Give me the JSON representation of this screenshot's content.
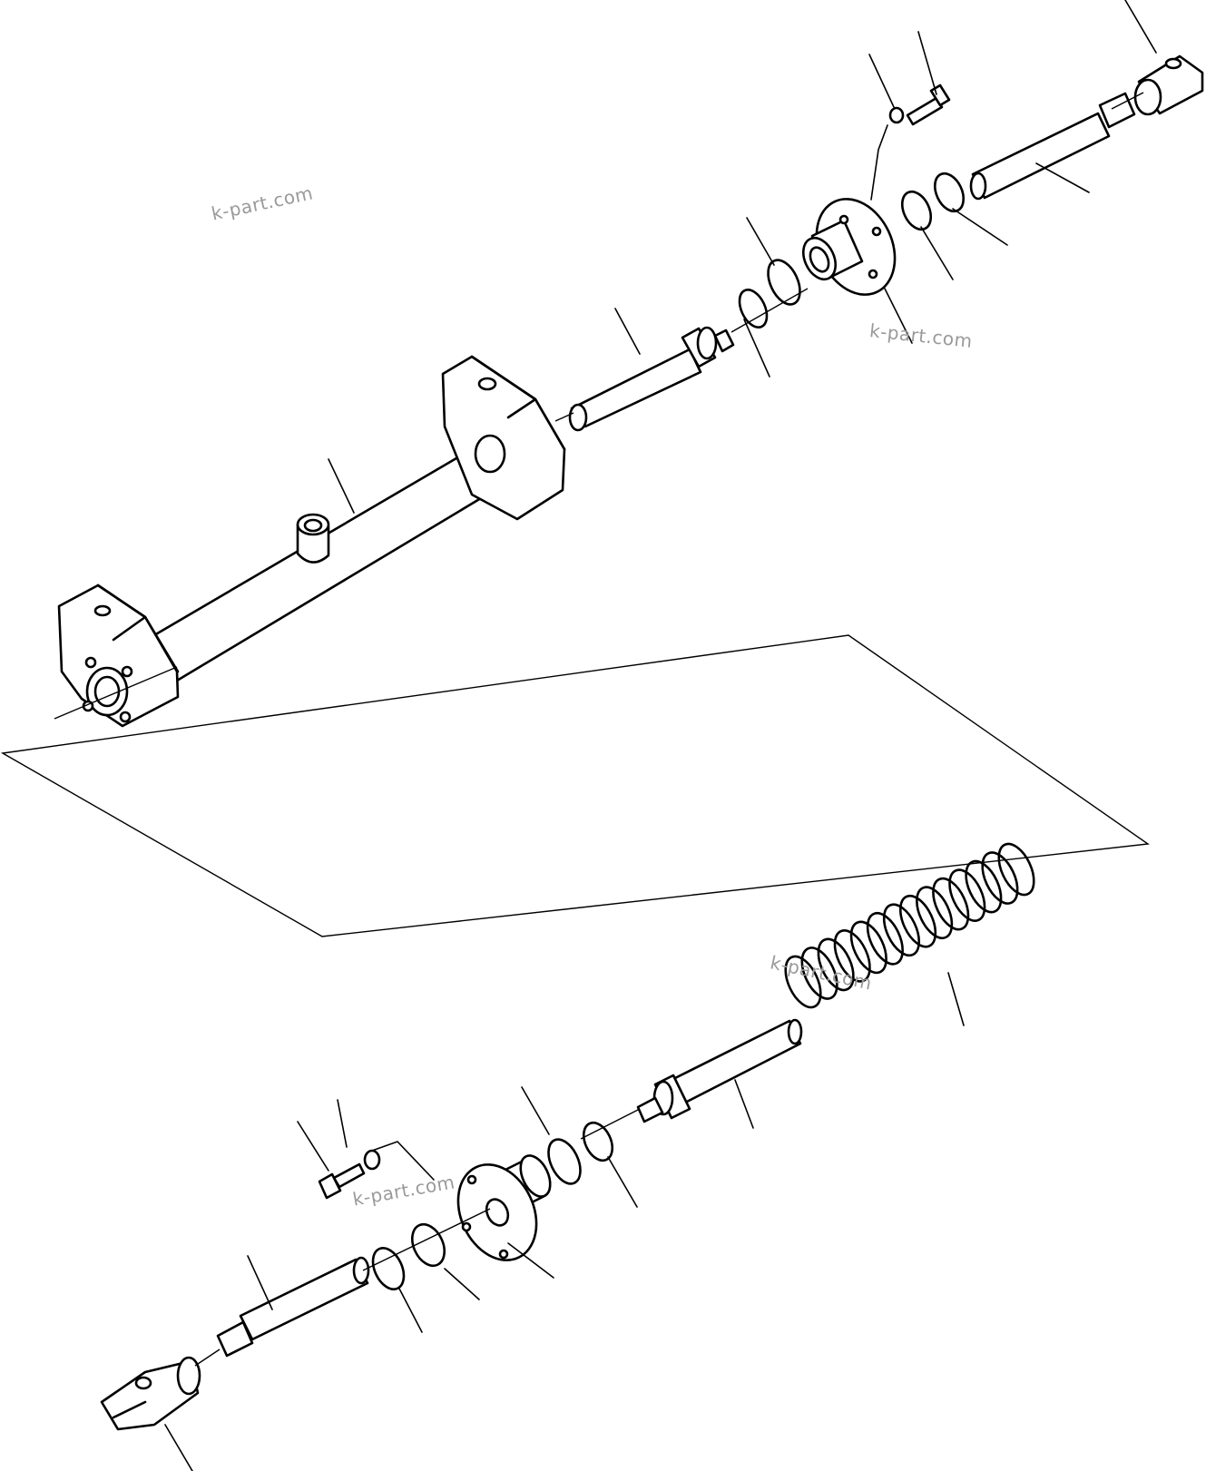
{
  "watermarks": [
    "k-part.com",
    "k-part.com",
    "k-part.com",
    "k-part.com"
  ],
  "parts": [
    "housing",
    "piston-rod",
    "o-ring",
    "o-ring",
    "flange",
    "washer",
    "screw",
    "bushing",
    "seal",
    "rod",
    "clevis",
    "spring"
  ],
  "colors": {
    "line": "#000000",
    "watermark": "#9a9a9a",
    "background": "#ffffff"
  }
}
